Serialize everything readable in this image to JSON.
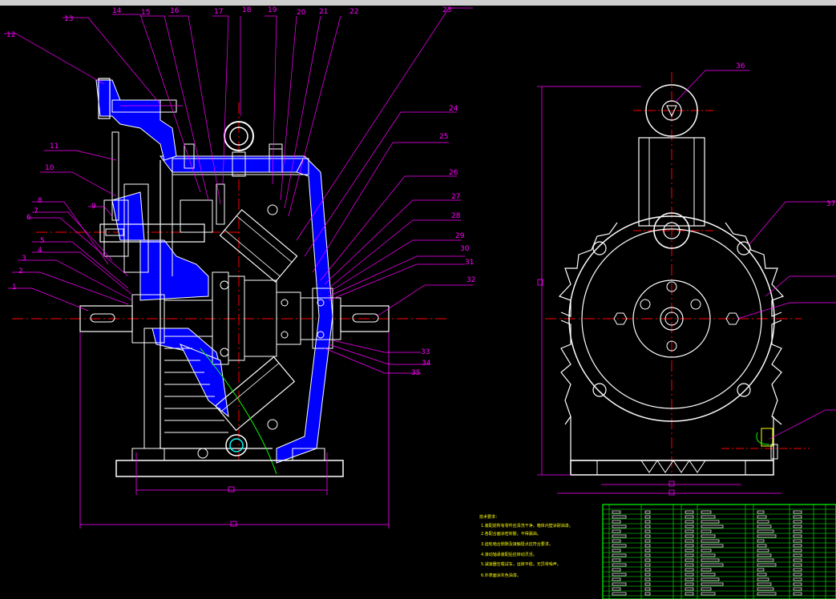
{
  "drawing": {
    "colors": {
      "background": "#000000",
      "outline": "#ffffff",
      "leader": "#ff00ff",
      "section": "#0000ff",
      "centerline": "#ff0000",
      "dimension": "#ff00ff",
      "notes": "#ffff00",
      "table_grid": "#00ff00"
    },
    "section_view_labels": [
      "1",
      "2",
      "3",
      "4",
      "5",
      "6",
      "7",
      "8",
      "9",
      "10",
      "11",
      "12",
      "13",
      "14",
      "15",
      "16",
      "17",
      "18",
      "19",
      "20",
      "21",
      "22",
      "23",
      "24",
      "25",
      "26",
      "27",
      "28",
      "29",
      "30",
      "31",
      "32",
      "33",
      "34",
      "35"
    ],
    "end_view_labels": [
      "36",
      "37"
    ],
    "notes_title": "技术要求：",
    "notes": [
      "1.装配前所有零件应清洗干净，箱体内壁涂耐油漆。",
      "2.各配合面涂密封胶，不得漏油。",
      "3.齿轮啮合侧隙及接触斑点应符合要求。",
      "4.滚动轴承装配后应转动灵活。",
      "5.减速器空载试车，运转平稳，无异常噪声。",
      "6.外表面涂灰色油漆。"
    ]
  }
}
